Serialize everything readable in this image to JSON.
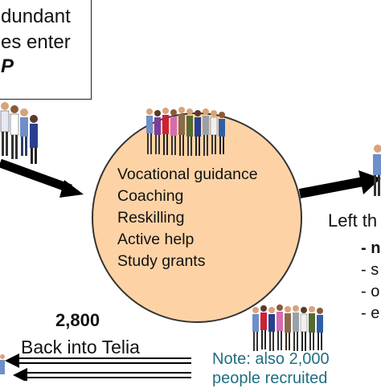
{
  "top_box": {
    "line1": "dundant",
    "line2": "es enter",
    "line3": "P"
  },
  "services": [
    "Vocational guidance",
    "Coaching",
    "Reskilling",
    "Active help",
    "Study grants"
  ],
  "left_label": "Left th",
  "left_items": [
    "- n",
    "- s",
    "- o",
    "- e"
  ],
  "back_count": "2,800",
  "back_label": "Back into Telia",
  "note_line1": "Note: also 2,000",
  "note_line2": "people recruited",
  "colors": {
    "circle_fill": "#fdd3a6",
    "arrow": "#000000",
    "note_text": "#1d6f82"
  },
  "icons": [
    "people-group-icon",
    "arrow-right-icon",
    "arrow-left-icon"
  ]
}
